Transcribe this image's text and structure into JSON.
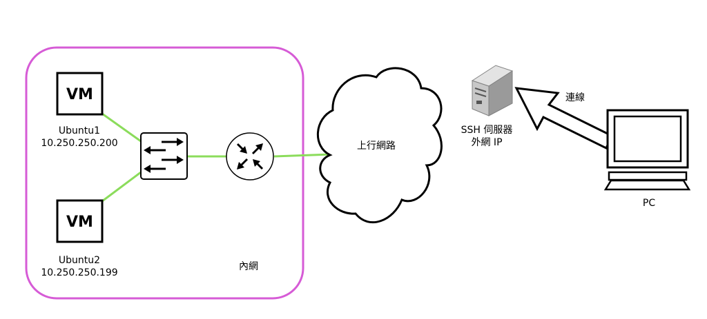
{
  "colors": {
    "subnet_border": "#d65bd6",
    "link": "#8bdc5b",
    "stroke": "#000000",
    "background": "#ffffff",
    "server_body": "#c8c8c8"
  },
  "vm1": {
    "icon_text": "VM",
    "name": "Ubuntu1",
    "ip": "10.250.250.200"
  },
  "vm2": {
    "icon_text": "VM",
    "name": "Ubuntu2",
    "ip": "10.250.250.199"
  },
  "subnet": {
    "label": "內網"
  },
  "switch": {
    "icon": "switch-icon"
  },
  "router": {
    "icon": "router-icon"
  },
  "cloud": {
    "label": "上行網路",
    "icon": "cloud-icon"
  },
  "server": {
    "line1": "SSH 伺服器",
    "line2": "外網 IP",
    "icon": "server-icon"
  },
  "connection": {
    "label": "連線"
  },
  "pc": {
    "label": "PC",
    "icon": "pc-icon"
  }
}
